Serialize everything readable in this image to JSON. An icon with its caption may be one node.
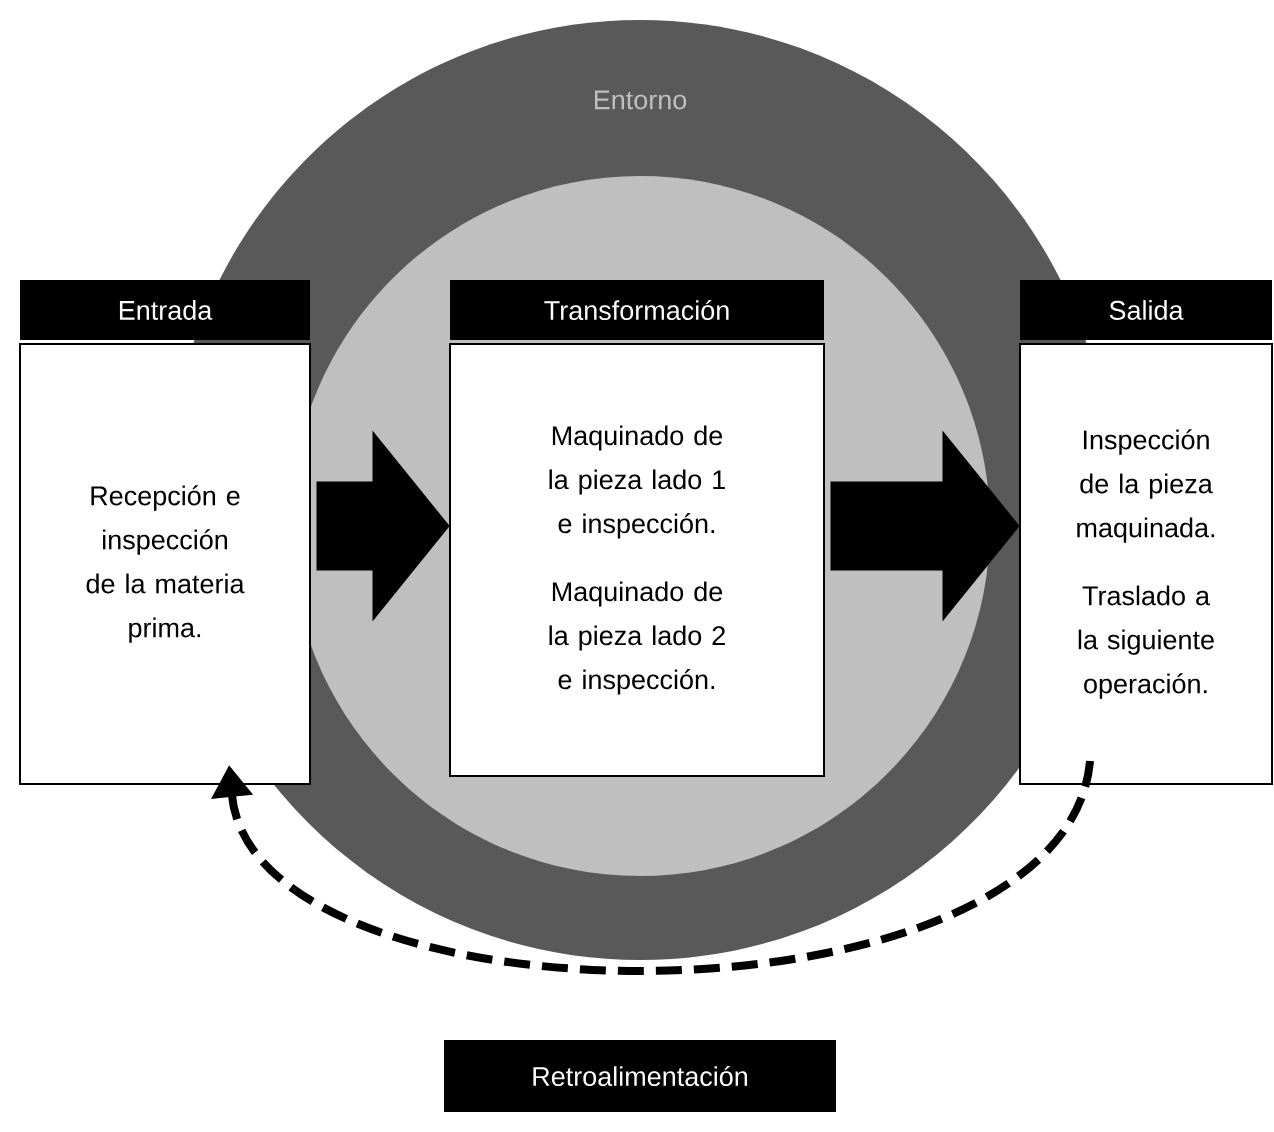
{
  "diagram": {
    "nodes": [
      {
        "text": [
          "Entorno"
        ]
      },
      {
        "text": [
          "Entrada",
          "Recepción e inspección de la materia prima."
        ]
      },
      {
        "text": [
          "Transformación",
          "Maquinado de la pieza lado 1 e inspección.",
          "Maquinado de la pieza lado 2 e inspección."
        ],
        "in": 0
      },
      {
        "text": [
          "Salida",
          "Inspección de la pieza maquinada.",
          "Traslado a la siguiente operación."
        ]
      }
    ],
    "edges": [
      {
        "from": 1,
        "to": 2,
        "arrow": "to"
      },
      {
        "from": 2,
        "to": 3,
        "arrow": "to"
      },
      {
        "from": 3,
        "to": 1,
        "arrow": "to",
        "style": "dashed",
        "label": "Retroalimentación"
      }
    ]
  }
}
